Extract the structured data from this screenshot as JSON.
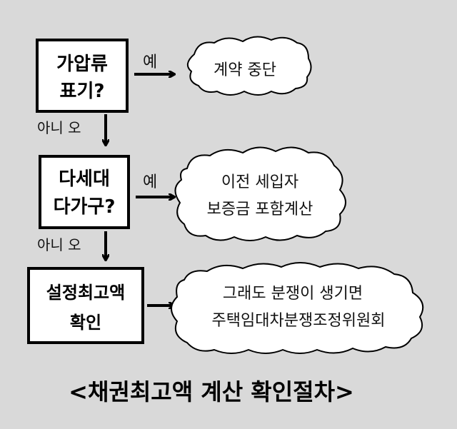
{
  "colors": {
    "background": "#d9d9d9",
    "box_fill": "#ffffff",
    "stroke": "#000000"
  },
  "steps": [
    {
      "box": [
        "가압류",
        "표기?"
      ],
      "yes_label": "예",
      "cloud": [
        "계약 중단"
      ],
      "no_label": "아니 오"
    },
    {
      "box": [
        "다세대",
        "다가구?"
      ],
      "yes_label": "예",
      "cloud": [
        "이전 세입자",
        "보증금 포함계산"
      ],
      "no_label": "아니 오"
    },
    {
      "box": [
        "설정최고액",
        "확인"
      ],
      "cloud": [
        "그래도 분쟁이 생기면",
        "주택임대차분쟁조정위원회"
      ]
    }
  ],
  "title": "<채권최고액 계산 확인절차>"
}
